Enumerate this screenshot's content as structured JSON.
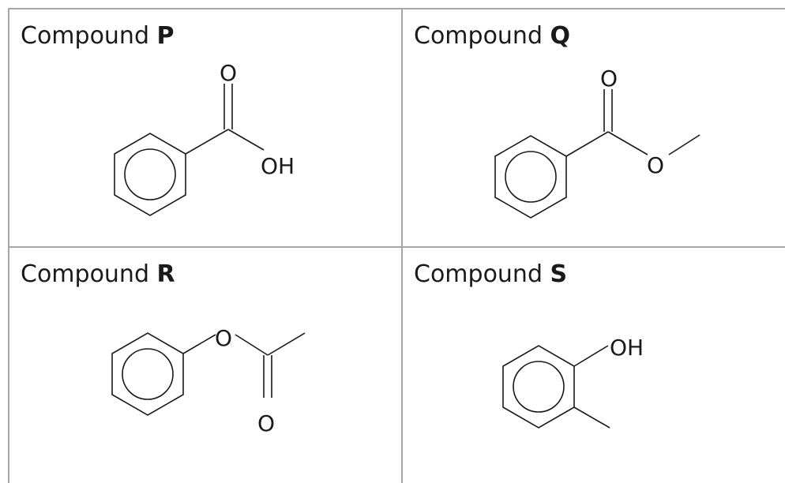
{
  "cells": [
    {
      "id": "P",
      "prefix": "Compound",
      "letter": "P",
      "atoms": {
        "carbonyl_o": "O",
        "hydroxyl": "OH"
      }
    },
    {
      "id": "Q",
      "prefix": "Compound",
      "letter": "Q",
      "atoms": {
        "carbonyl_o": "O",
        "ester_o": "O"
      }
    },
    {
      "id": "R",
      "prefix": "Compound",
      "letter": "R",
      "atoms": {
        "ester_o": "O",
        "carbonyl_o": "O"
      }
    },
    {
      "id": "S",
      "prefix": "Compound",
      "letter": "S",
      "atoms": {
        "hydroxyl": "OH"
      }
    }
  ],
  "colors": {
    "grid": "#a6a6a6",
    "ink": "#1a1a1a",
    "background": "#ffffff"
  }
}
